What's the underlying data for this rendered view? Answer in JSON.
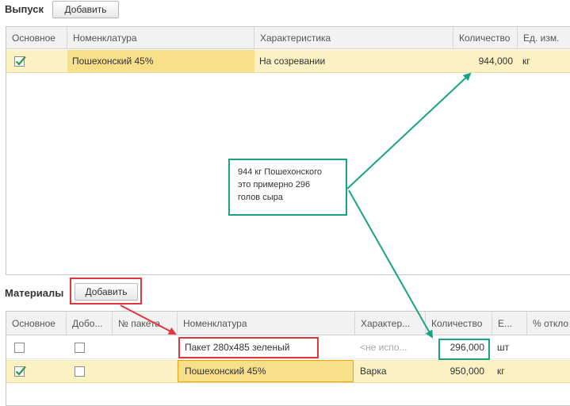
{
  "output_section": {
    "label": "Выпуск",
    "add_button": "Добавить",
    "columns": [
      "Основное",
      "Номенклатура",
      "Характеристика",
      "Количество",
      "Ед. изм."
    ],
    "rows": [
      {
        "main": true,
        "item": "Пошехонский 45%",
        "characteristic": "На созревании",
        "quantity": "944,000",
        "unit": "кг"
      }
    ]
  },
  "materials_section": {
    "label": "Материалы",
    "add_button": "Добавить",
    "columns": [
      "Основное",
      "Добо...",
      "№ пакета",
      "Номенклатура",
      "Характер...",
      "Количество",
      "Е...",
      "% откло"
    ],
    "rows": [
      {
        "main": false,
        "added": false,
        "package_no": "",
        "item": "Пакет 280x485 зеленый",
        "characteristic": "<не испо...",
        "quantity": "296,000",
        "unit": "шт"
      },
      {
        "main": true,
        "added": false,
        "package_no": "",
        "item": "Пошехонский 45%",
        "characteristic": "Варка",
        "quantity": "950,000",
        "unit": "кг"
      }
    ]
  },
  "annotation": {
    "text_lines": [
      "944 кг Пошехонского",
      "это примерно 296",
      "голов сыра"
    ],
    "colors": {
      "red": "#e0363c",
      "green": "#1aa383"
    }
  },
  "colors": {
    "selected_row": "#fbf1c3",
    "current_cell": "#f8df8a",
    "checkmark": "#2e9a3e"
  }
}
